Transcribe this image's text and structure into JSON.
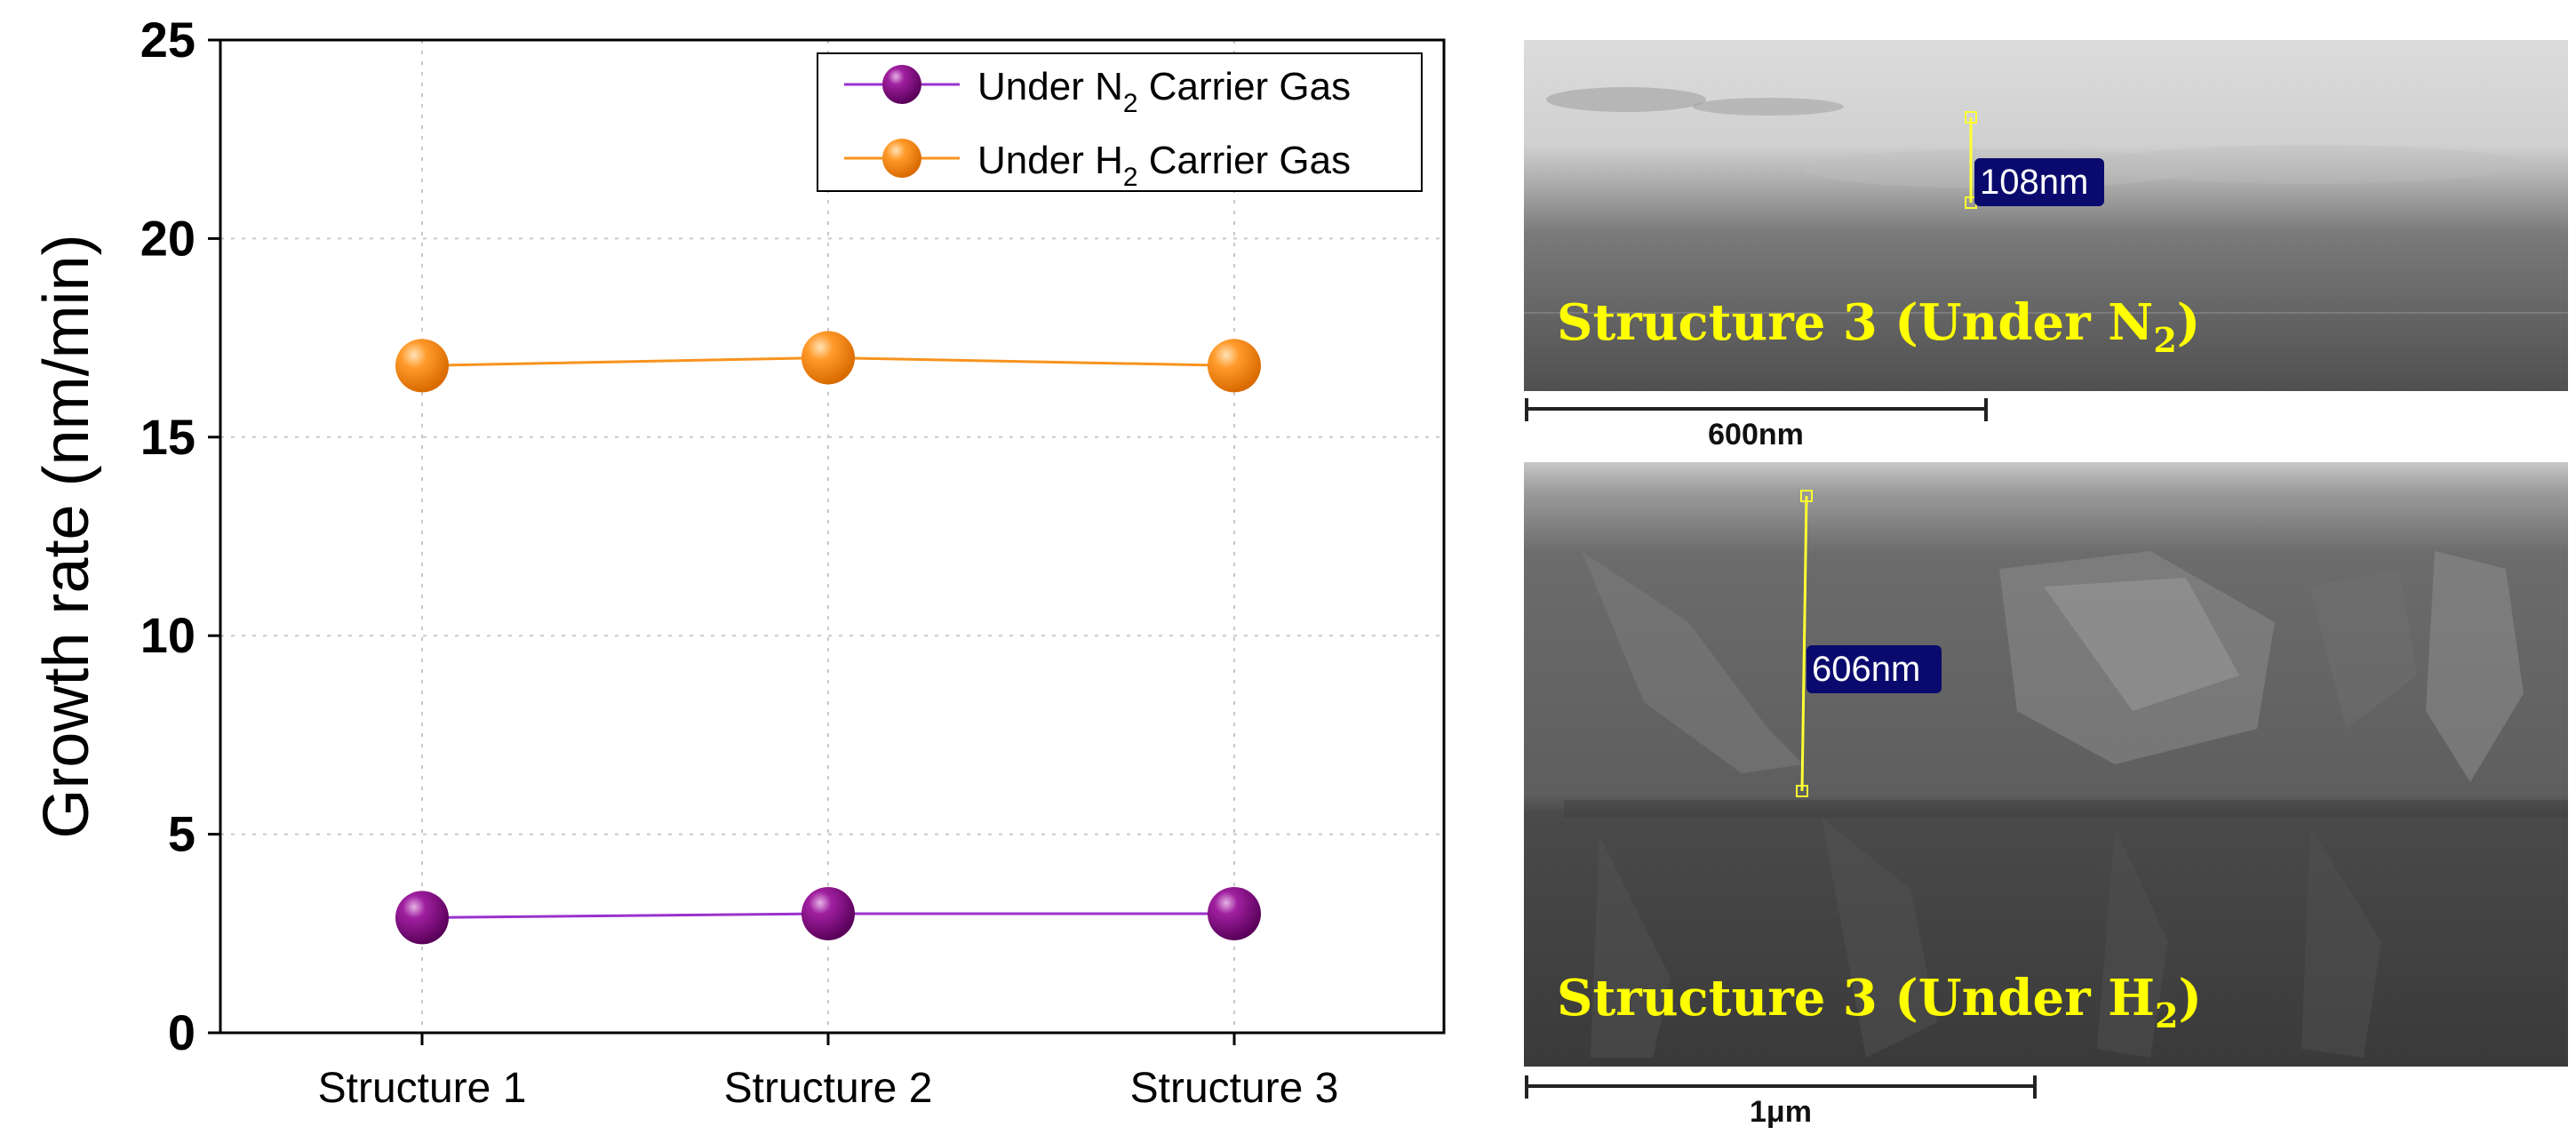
{
  "chart_data": {
    "type": "line",
    "ylabel": "Growth rate (nm/min)",
    "xlabel": "",
    "categories": [
      "Structure 1",
      "Structure 2",
      "Structure 3"
    ],
    "ylim": [
      0,
      25
    ],
    "yticks": [
      0,
      5,
      10,
      15,
      20,
      25
    ],
    "grid": true,
    "legend_position": "top-right",
    "series": [
      {
        "name": "Under N₂ Carrier Gas",
        "name_prefix": "Under N",
        "name_sub": "2",
        "name_suffix": " Carrier Gas",
        "color": "#7b0a7b",
        "values": [
          2.9,
          3.0,
          3.0
        ]
      },
      {
        "name": "Under H₂ Carrier Gas",
        "name_prefix": "Under H",
        "name_sub": "2",
        "name_suffix": " Carrier Gas",
        "color": "#f7931e",
        "values": [
          16.8,
          17.0,
          16.8
        ]
      }
    ]
  },
  "sem_images": {
    "top": {
      "caption_prefix": "Structure 3 (Under N",
      "caption_sub": "2",
      "caption_suffix": ")",
      "measurement": "108nm",
      "scale_bar": "600nm"
    },
    "bottom": {
      "caption_prefix": "Structure 3 (Under H",
      "caption_sub": "2",
      "caption_suffix": ")",
      "measurement": "606nm",
      "scale_bar": "1μm"
    }
  },
  "colors": {
    "caption": "#ffff00",
    "measure_box": "#0a0a6e",
    "measure_line": "#ffff33"
  }
}
